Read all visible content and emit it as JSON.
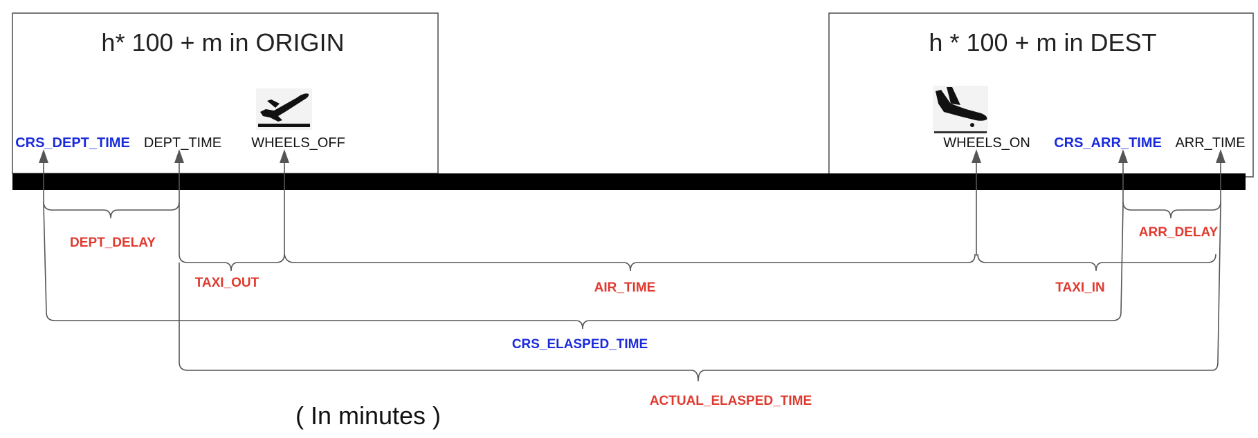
{
  "origin_box": {
    "title": "h* 100 + m in ORIGIN"
  },
  "dest_box": {
    "title": "h * 100 + m in DEST"
  },
  "events": {
    "crs_dept_time": "CRS_DEPT_TIME",
    "dept_time": "DEPT_TIME",
    "wheels_off": "WHEELS_OFF",
    "wheels_on": "WHEELS_ON",
    "crs_arr_time": "CRS_ARR_TIME",
    "arr_time": "ARR_TIME"
  },
  "intervals": {
    "dept_delay": "DEPT_DELAY",
    "taxi_out": "TAXI_OUT",
    "air_time": "AIR_TIME",
    "taxi_in": "TAXI_IN",
    "arr_delay": "ARR_DELAY",
    "crs_elapsed_time": "CRS_ELASPED_TIME",
    "actual_elapsed_time": "ACTUAL_ELASPED_TIME"
  },
  "note": "( In minutes )",
  "icons": {
    "takeoff": "airplane-takeoff-icon",
    "landing": "airplane-landing-icon"
  },
  "colors": {
    "scheduled_label": "#1a2bdc",
    "interval_label": "#e03a2f",
    "timeline_bar": "#000000"
  }
}
